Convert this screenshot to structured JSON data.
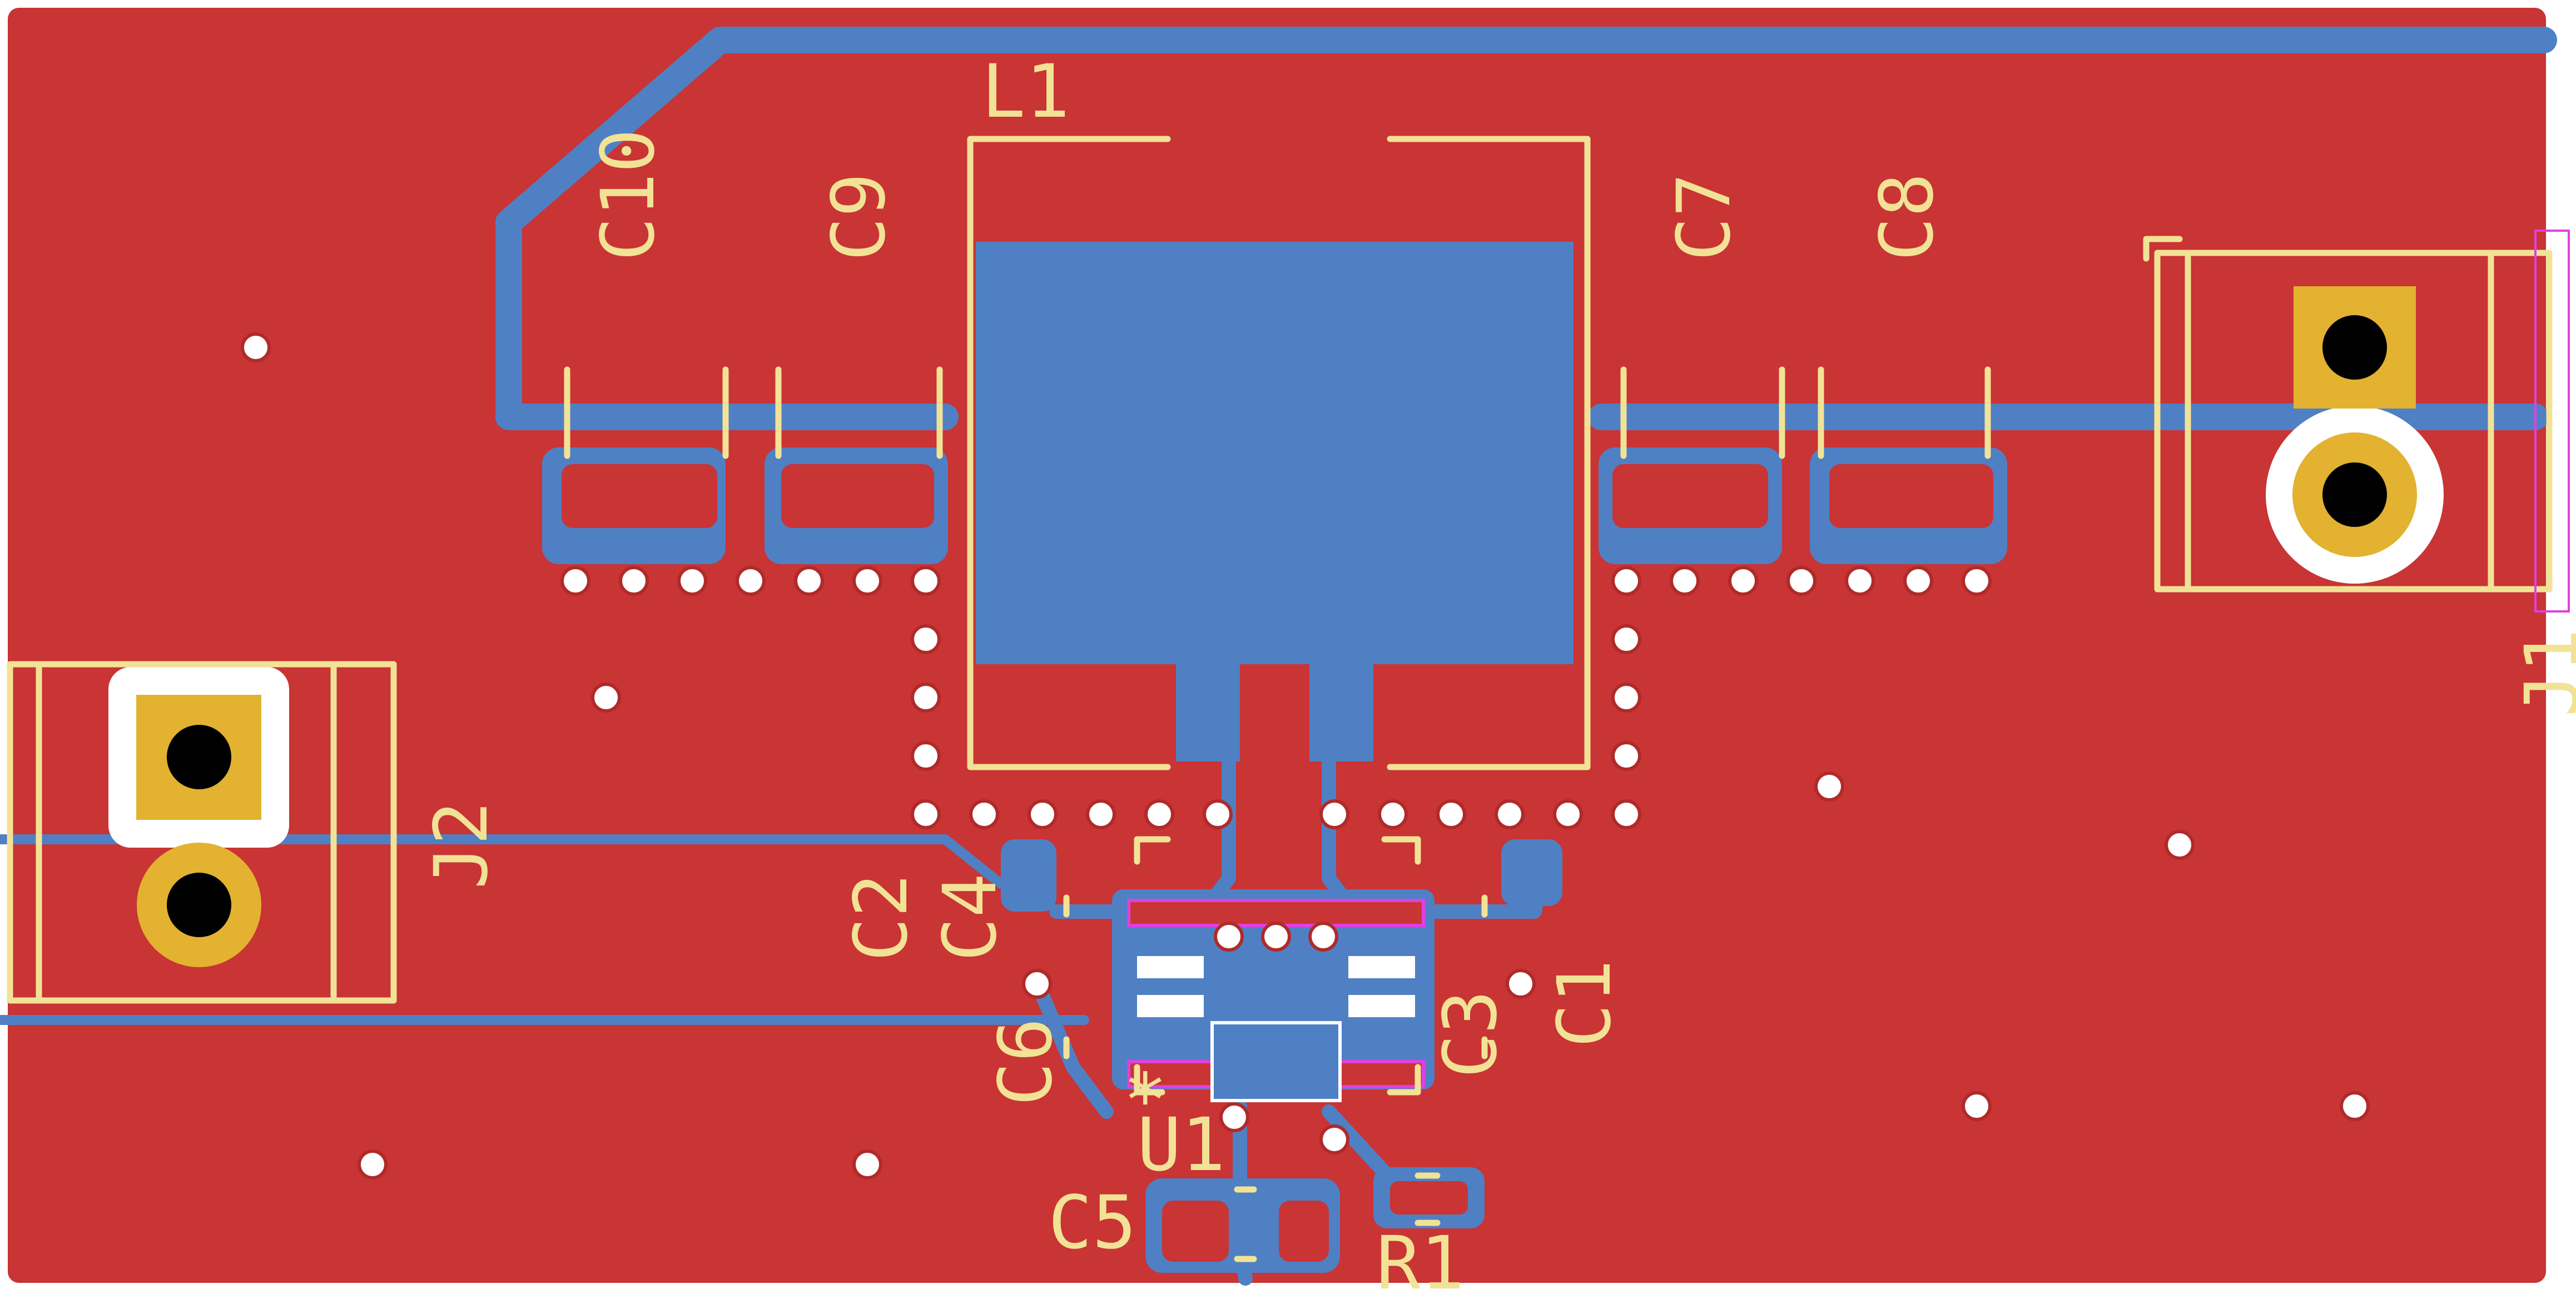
{
  "view": {
    "title": "PCB layout view",
    "colors": {
      "background": "#ffffff",
      "top_copper": "#c93434",
      "bottom_copper": "#4f80c4",
      "silkscreen": "#f2e296",
      "pad_gold": "#e2b230",
      "keepout_white": "#ffffff",
      "via_hole": "#ffffff",
      "courtyard_magenta": "#e040e0"
    }
  },
  "components": {
    "L1": {
      "ref": "L1"
    },
    "C1": {
      "ref": "C1"
    },
    "C2": {
      "ref": "C2"
    },
    "C3": {
      "ref": "C3"
    },
    "C4": {
      "ref": "C4"
    },
    "C5": {
      "ref": "C5"
    },
    "C6": {
      "ref": "C6"
    },
    "C7": {
      "ref": "C7"
    },
    "C8": {
      "ref": "C8"
    },
    "C9": {
      "ref": "C9"
    },
    "C10": {
      "ref": "C10"
    },
    "J1": {
      "ref": "J1"
    },
    "J2": {
      "ref": "J2"
    },
    "U1": {
      "ref": "U1"
    },
    "R1": {
      "ref": "R1"
    }
  }
}
